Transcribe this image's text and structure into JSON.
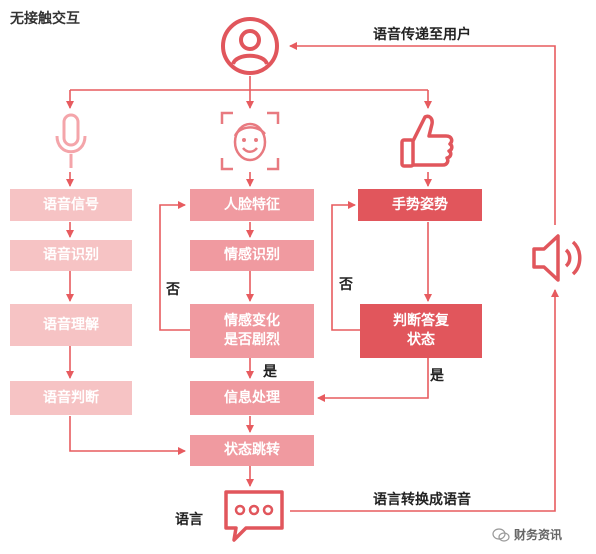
{
  "title": "无接触交互",
  "colors": {
    "light": "#f6c3c4",
    "mid": "#f09aa0",
    "dark": "#e1565c",
    "line": "#e75b5f",
    "icon_light": "#f4a5aa"
  },
  "icons": [
    "user-icon",
    "microphone-icon",
    "face-scan-icon",
    "thumbs-up-icon",
    "speaker-icon",
    "chat-bubble-icon"
  ],
  "voice_column": [
    "语音信号",
    "语音识别",
    "语音理解",
    "语音判断"
  ],
  "face_column": {
    "feature": "人脸特征",
    "emotion_recognition": "情感识别",
    "emotion_change_line1": "情感变化",
    "emotion_change_line2": "是否剧烈",
    "info_processing": "信息处理",
    "state_transition": "状态跳转"
  },
  "gesture_column": {
    "gesture": "手势姿势",
    "judge_line1": "判断答复",
    "judge_line2": "状态"
  },
  "labels": {
    "no_left": "否",
    "no_right": "否",
    "yes_left": "是",
    "yes_right": "是",
    "voice_to_user": "语音传递至用户",
    "text_to_speech": "语言转换成语音",
    "language": "语言",
    "watermark": "财务资讯"
  }
}
